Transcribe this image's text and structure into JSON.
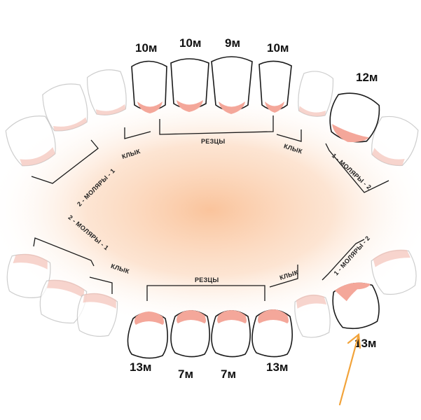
{
  "colors": {
    "glow": "#f9b98a",
    "gum": "#f4a79a",
    "arrow": "#f2a33a",
    "outline": "#1a1a1a"
  },
  "upper": {
    "ages": [
      "10м",
      "10м",
      "9м",
      "10м",
      "12м"
    ],
    "labels": {
      "incisors": "РЕЗЦЫ",
      "canine_left": "КЛЫК",
      "canine_right": "КЛЫК",
      "molars_left": "2 - МОЛЯРЫ - 1",
      "molars_right": "1 - МОЛЯРЫ - 2"
    }
  },
  "lower": {
    "ages": [
      "13м",
      "7м",
      "7м",
      "13м",
      "13м"
    ],
    "labels": {
      "incisors": "РЕЗЦЫ",
      "canine_left": "КЛЫК",
      "canine_right": "КЛЫК",
      "molars_left": "2 - МОЛЯРЫ - 1",
      "molars_right": "1 - МОЛЯРЫ - 2"
    }
  },
  "icons": {
    "pointer": "arrow-icon"
  }
}
